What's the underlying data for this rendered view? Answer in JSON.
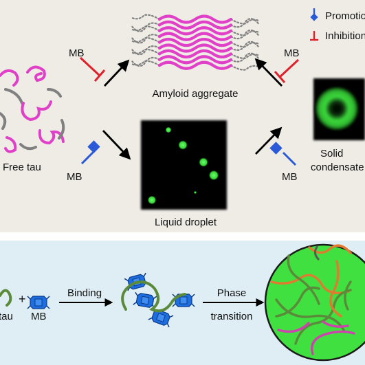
{
  "panels": {
    "top": {
      "background": "#efece6",
      "legend": {
        "promotion": "Promotion",
        "inhibition": "Inhibition"
      },
      "labels": {
        "free_tau": "Free tau",
        "amyloid": "Amyloid aggregate",
        "liquid": "Liquid droplet",
        "solid_line1": "Solid",
        "solid_line2": "condensate",
        "mb_inhibit_left": "MB",
        "mb_inhibit_right": "MB",
        "mb_promote_left": "MB",
        "mb_promote_right": "MB"
      }
    },
    "bottom": {
      "background": "#dfeef4",
      "labels": {
        "tau": "tau",
        "plus": "+",
        "mb": "MB",
        "binding": "Binding",
        "phase_line1": "Phase",
        "phase_line2": "transition"
      }
    }
  },
  "colors": {
    "tau_pink": "#e040c8",
    "tau_gray": "#808080",
    "inhibit_red": "#e0202a",
    "promote_blue": "#2a5ad8",
    "mb_blue": "#1e6ee0",
    "droplet_green": "#40e040",
    "condensate_green": "#3cd83c",
    "chain_green": "#5a8a3a",
    "chain_orange": "#e07a30",
    "chain_pink": "#d040b0"
  },
  "icons": [
    "promote-icon",
    "inhibit-icon",
    "mb-molecule-icon"
  ]
}
